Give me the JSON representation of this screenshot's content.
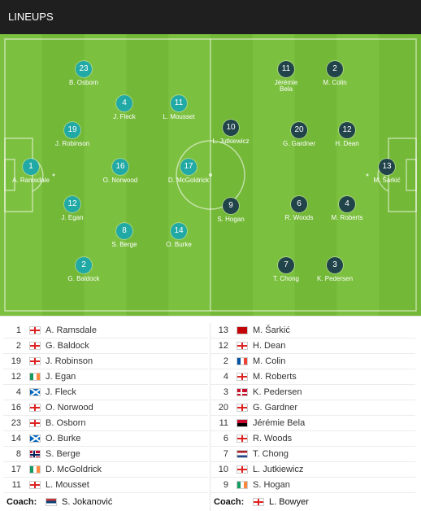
{
  "header": {
    "title": "LINEUPS"
  },
  "colors": {
    "pitch_light": "#7cc03f",
    "pitch_dark": "#73b837",
    "home_badge": "#21a9a6",
    "away_badge": "#21434a",
    "header_bg": "#1f1f1f"
  },
  "home_players": [
    {
      "num": "23",
      "name": "B. Osborn"
    },
    {
      "num": "4",
      "name": "J. Fleck"
    },
    {
      "num": "11",
      "name": "L. Mousset"
    },
    {
      "num": "19",
      "name": "J. Robinson"
    },
    {
      "num": "1",
      "name": "A. Ramsdale"
    },
    {
      "num": "16",
      "name": "O. Norwood"
    },
    {
      "num": "17",
      "name": "D. McGoldrick"
    },
    {
      "num": "12",
      "name": "J. Egan"
    },
    {
      "num": "8",
      "name": "S. Berge"
    },
    {
      "num": "14",
      "name": "O. Burke"
    },
    {
      "num": "2",
      "name": "G. Baldock"
    }
  ],
  "away_players": [
    {
      "num": "11",
      "name": "Jérémie\nBela"
    },
    {
      "num": "2",
      "name": "M. Colin"
    },
    {
      "num": "10",
      "name": "L. Jutkiewicz"
    },
    {
      "num": "20",
      "name": "G. Gardner"
    },
    {
      "num": "12",
      "name": "H. Dean"
    },
    {
      "num": "13",
      "name": "M. Šarkić"
    },
    {
      "num": "9",
      "name": "S. Hogan"
    },
    {
      "num": "6",
      "name": "R. Woods"
    },
    {
      "num": "4",
      "name": "M. Roberts"
    },
    {
      "num": "7",
      "name": "T. Chong"
    },
    {
      "num": "3",
      "name": "K. Pedersen"
    }
  ],
  "home_list": [
    {
      "num": "1",
      "flag": "eng-flag-icon",
      "name": "A. Ramsdale"
    },
    {
      "num": "2",
      "flag": "eng-flag-icon",
      "name": "G. Baldock"
    },
    {
      "num": "19",
      "flag": "eng-flag-icon",
      "name": "J. Robinson"
    },
    {
      "num": "12",
      "flag": "irl-flag-icon",
      "name": "J. Egan"
    },
    {
      "num": "4",
      "flag": "sco-flag-icon",
      "name": "J. Fleck"
    },
    {
      "num": "16",
      "flag": "eng-flag-icon",
      "name": "O. Norwood"
    },
    {
      "num": "23",
      "flag": "eng-flag-icon",
      "name": "B. Osborn"
    },
    {
      "num": "14",
      "flag": "sco-flag-icon",
      "name": "O. Burke"
    },
    {
      "num": "8",
      "flag": "nor-flag-icon",
      "name": "S. Berge"
    },
    {
      "num": "17",
      "flag": "irl-flag-icon",
      "name": "D. McGoldrick"
    },
    {
      "num": "11",
      "flag": "eng-flag-icon",
      "name": "L. Mousset"
    }
  ],
  "away_list": [
    {
      "num": "13",
      "flag": "mne-flag-icon",
      "name": "M. Šarkić"
    },
    {
      "num": "12",
      "flag": "eng-flag-icon",
      "name": "H. Dean"
    },
    {
      "num": "2",
      "flag": "fra-flag-icon",
      "name": "M. Colin"
    },
    {
      "num": "4",
      "flag": "eng-flag-icon",
      "name": "M. Roberts"
    },
    {
      "num": "3",
      "flag": "den-flag-icon",
      "name": "K. Pedersen"
    },
    {
      "num": "20",
      "flag": "eng-flag-icon",
      "name": "G. Gardner"
    },
    {
      "num": "11",
      "flag": "ang-flag-icon",
      "name": "Jérémie Bela"
    },
    {
      "num": "6",
      "flag": "eng-flag-icon",
      "name": "R. Woods"
    },
    {
      "num": "7",
      "flag": "ned-flag-icon",
      "name": "T. Chong"
    },
    {
      "num": "10",
      "flag": "eng-flag-icon",
      "name": "L. Jutkiewicz"
    },
    {
      "num": "9",
      "flag": "irl-flag-icon",
      "name": "S. Hogan"
    }
  ],
  "coaches": {
    "label": "Coach:",
    "home": {
      "flag": "srb-flag-icon",
      "name": "S. Jokanović"
    },
    "away": {
      "flag": "eng-flag-icon",
      "name": "L. Bowyer"
    }
  }
}
